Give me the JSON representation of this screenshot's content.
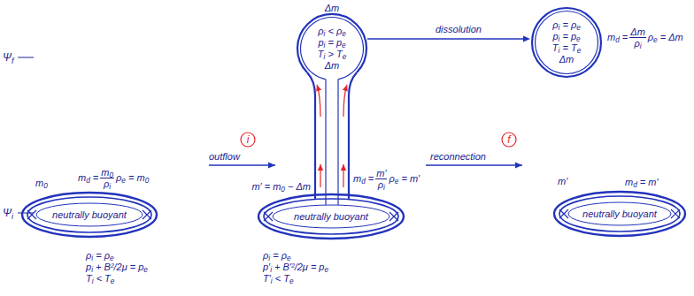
{
  "diagram": {
    "nodes": [
      {
        "text": [
          "Δm",
          "ρi < ρe",
          "pi = pe",
          "Ti > Te",
          "Δm"
        ]
      },
      {
        "text": [
          "ρi = ρe",
          "pi = pe",
          "Ti = Te",
          "Δm"
        ]
      },
      {
        "text": [
          "i"
        ]
      },
      {
        "text": [
          "f"
        ]
      },
      {
        "text": [
          "neutrally buoyant"
        ]
      },
      {
        "text": [
          "neutrally buoyant"
        ]
      },
      {
        "text": [
          "neutrally buoyant"
        ]
      }
    ],
    "edges": [
      {
        "from": 0,
        "to": 1,
        "label": "dissolution",
        "arrow": "to"
      }
    ],
    "labels": [
      "Ψf",
      "Ψi",
      "outflow",
      "reconnection",
      "m0",
      "md =",
      "m0",
      "ρi",
      "ρe = m0",
      "ρi = ρe",
      "pi + B²/2μ = pe",
      "Ti < Te",
      "m′ = m0 − Δm",
      "md =",
      "m′",
      "ρi",
      "ρe = m′",
      "ρi = ρe",
      "p′i + B′²/2μ = pe",
      "T′i < Te",
      "md =",
      "Δm",
      "ρi",
      "ρe = Δm",
      "m′",
      "md = m′"
    ]
  }
}
